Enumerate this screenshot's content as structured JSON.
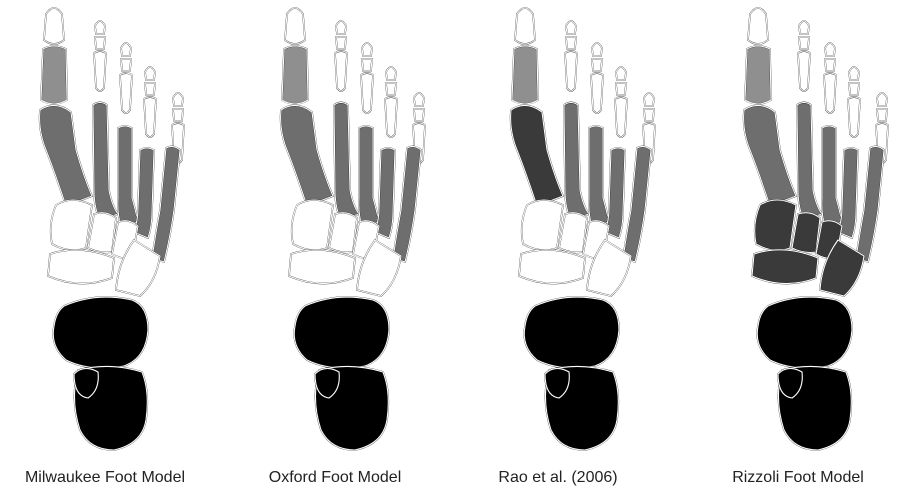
{
  "legend_colors": {
    "white": "#ffffff",
    "light_gray": "#8f8f8f",
    "mid_gray": "#6e6e6e",
    "dark_gray": "#3a3a3a",
    "black": "#000000"
  },
  "models": [
    {
      "label": "Milwaukee Foot Model",
      "segments": {
        "hallux_distal": "white",
        "hallux_proximal": "light_gray",
        "lesser_toes": "white",
        "metatarsal_1": "mid_gray",
        "metatarsals_2_5": "mid_gray",
        "midfoot": "white",
        "talus": "black",
        "calcaneus": "black"
      }
    },
    {
      "label": "Oxford Foot Model",
      "segments": {
        "hallux_distal": "white",
        "hallux_proximal": "light_gray",
        "lesser_toes": "white",
        "metatarsal_1": "mid_gray",
        "metatarsals_2_5": "mid_gray",
        "midfoot": "white",
        "talus": "black",
        "calcaneus": "black"
      }
    },
    {
      "label": "Rao et al. (2006)",
      "segments": {
        "hallux_distal": "white",
        "hallux_proximal": "light_gray",
        "lesser_toes": "white",
        "metatarsal_1": "dark_gray",
        "metatarsals_2_5": "mid_gray",
        "midfoot": "white",
        "talus": "black",
        "calcaneus": "black"
      }
    },
    {
      "label": "Rizzoli Foot Model",
      "segments": {
        "hallux_distal": "white",
        "hallux_proximal": "light_gray",
        "lesser_toes": "white",
        "metatarsal_1": "mid_gray",
        "metatarsals_2_5": "mid_gray",
        "midfoot": "dark_gray",
        "talus": "black",
        "calcaneus": "black"
      }
    }
  ]
}
